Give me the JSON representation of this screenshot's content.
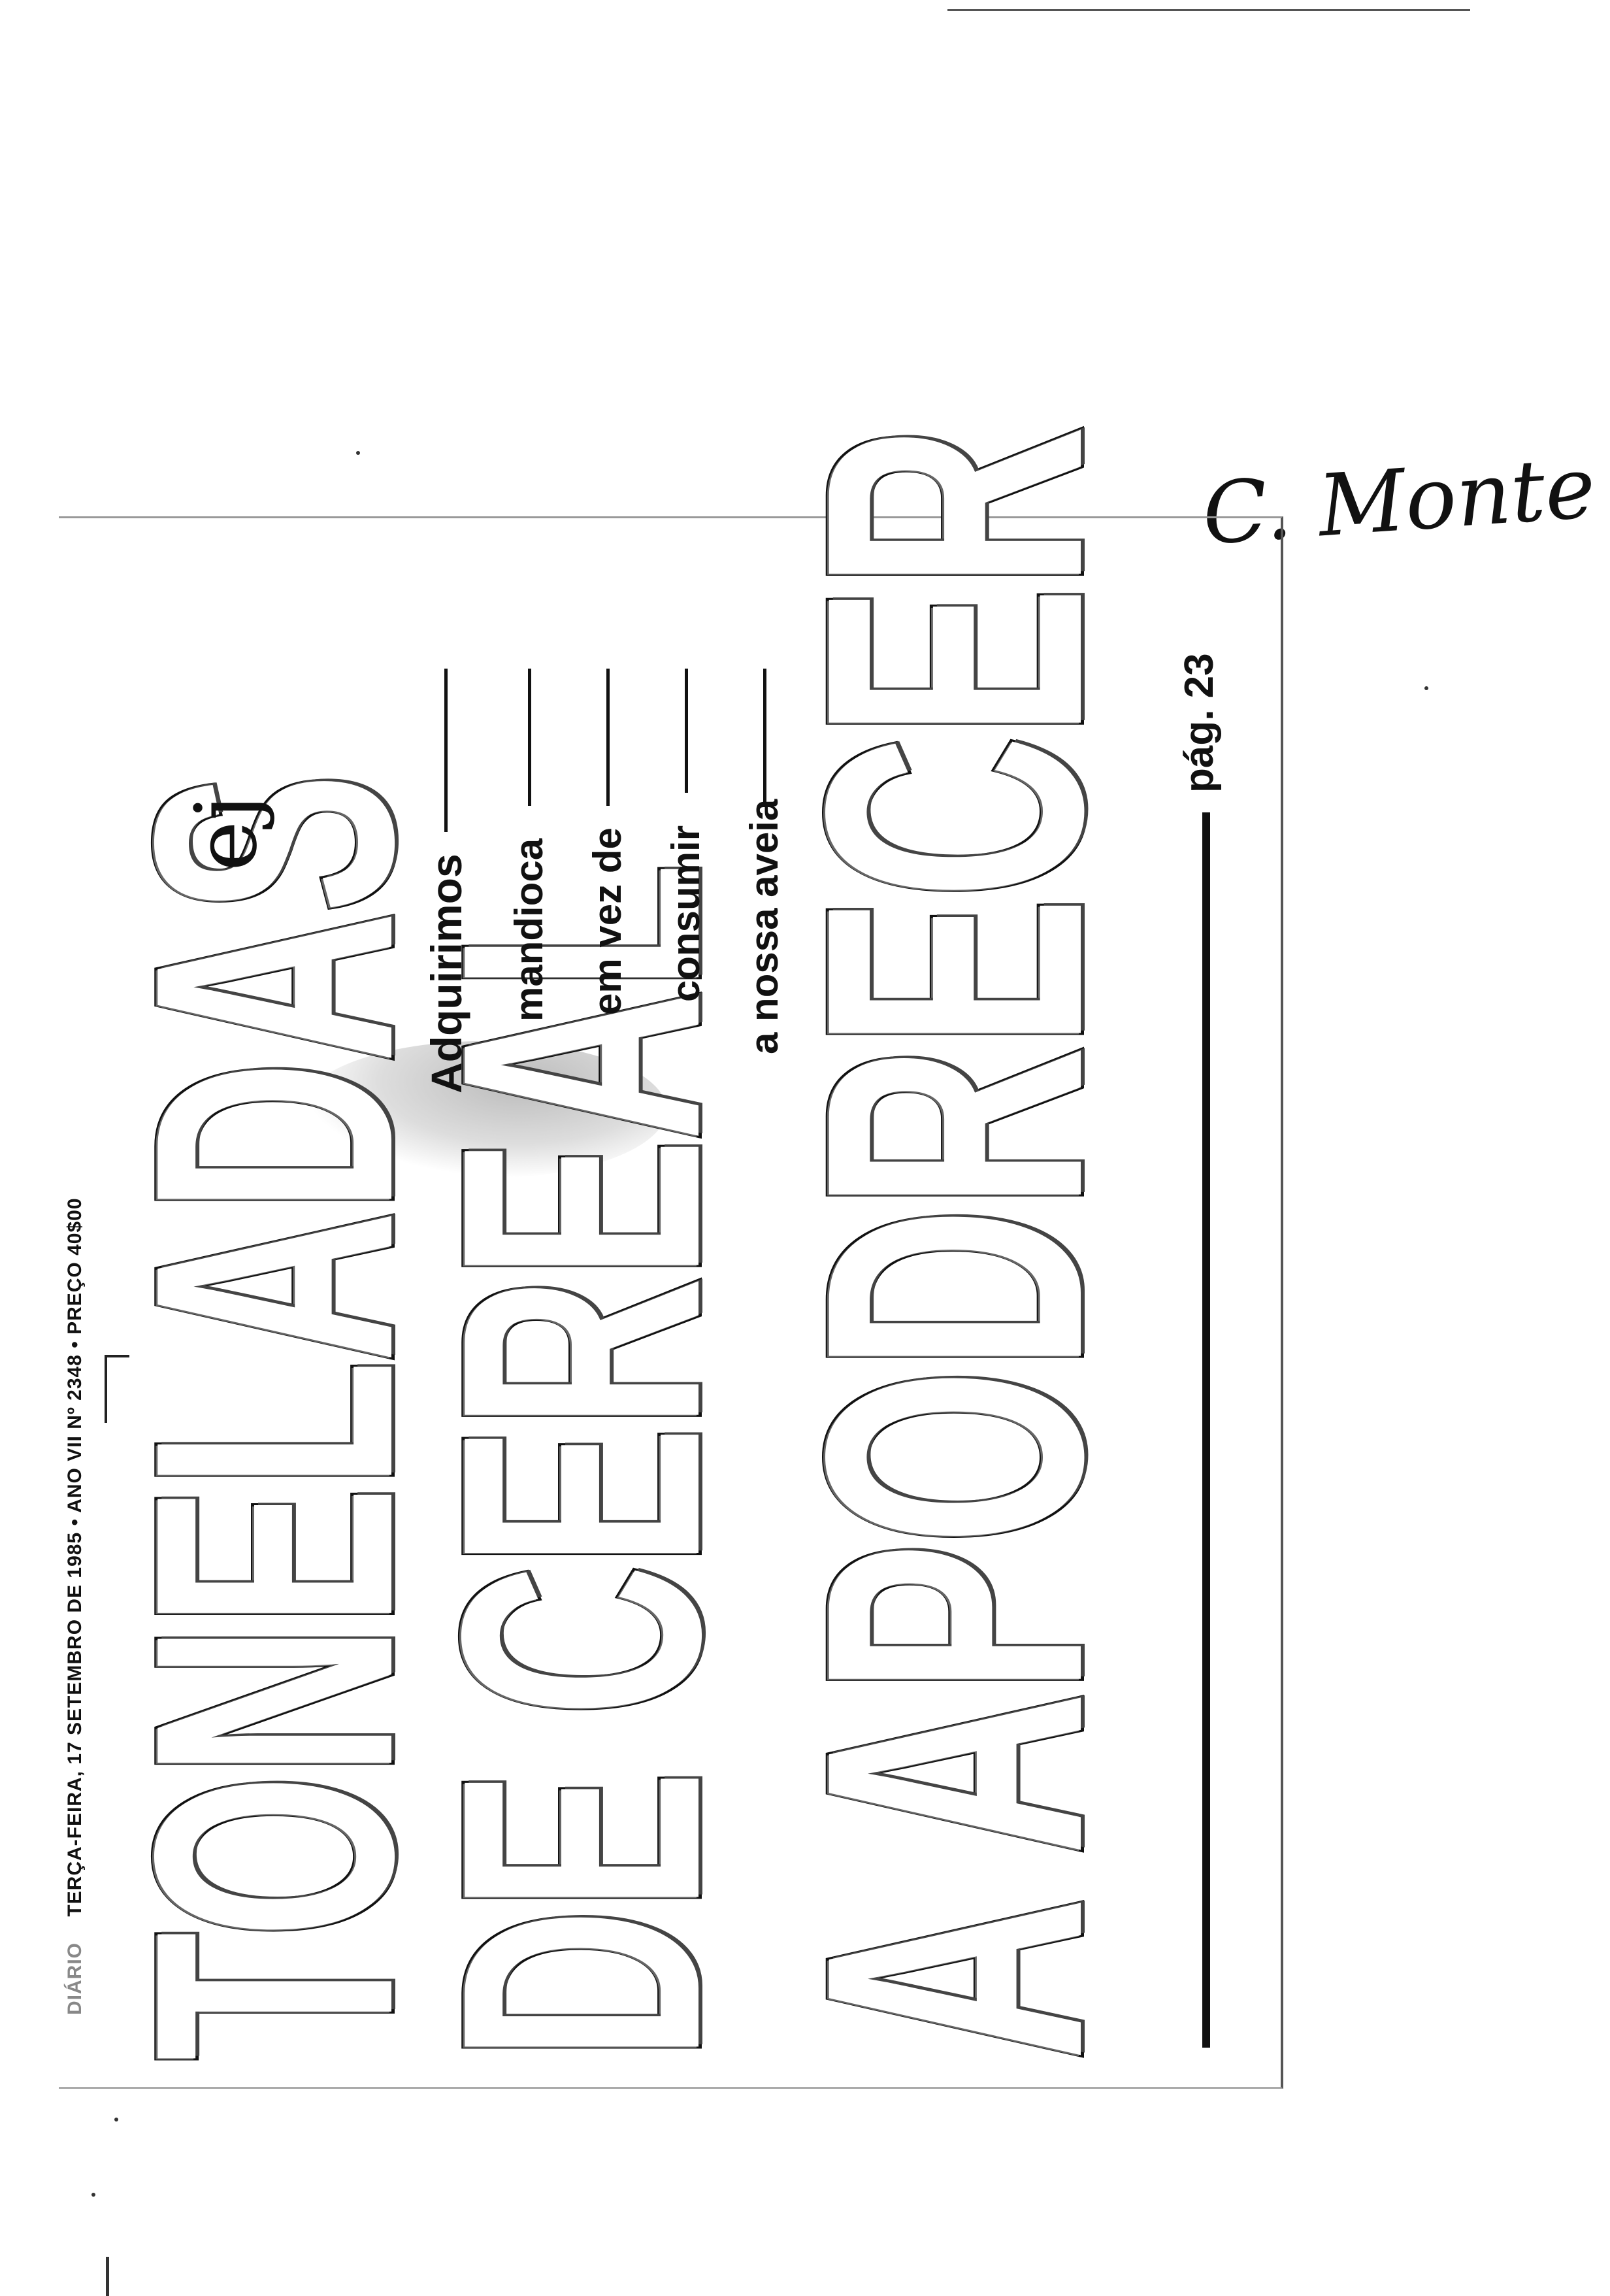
{
  "masthead": {
    "date_issue_price": "TERÇA-FEIRA, 17 SETEMBRO DE 1985 • ANO VII Nº 2348 • PREÇO 40$00",
    "paper_fragment": "DIÁRIO"
  },
  "headline": {
    "line1": "TONELADAS",
    "line2": "DE CEREAL",
    "line3": "A APODRECER"
  },
  "subhead": {
    "lines": [
      "Adquirimos",
      "mandioca",
      "em vez de",
      "consumir",
      "a nossa aveia"
    ]
  },
  "page_ref": "pág. 23",
  "handwriting": {
    "signature": "C. Monte",
    "initials_mark": "ej"
  }
}
